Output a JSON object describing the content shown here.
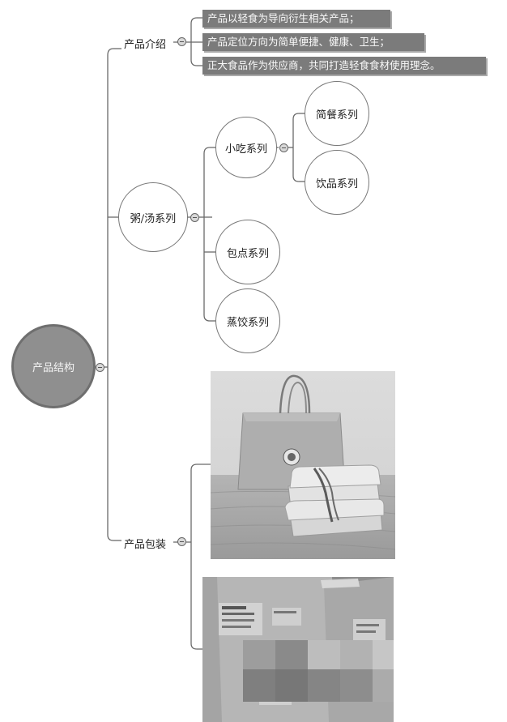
{
  "root": {
    "label": "产品结构"
  },
  "branches": {
    "intro": {
      "label": "产品介绍",
      "items": [
        "产品以轻食为导向衍生相关产品；",
        "产品定位方向为简单便捷、健康、卫生；",
        "正大食品作为供应商，共同打造轻食食材使用理念。"
      ]
    },
    "series": {
      "label": "粥/汤系列",
      "snack": {
        "label": "小吃系列",
        "children": [
          "简餐系列",
          "饮品系列"
        ]
      },
      "others": [
        "包点系列",
        "蒸饺系列"
      ]
    },
    "packaging": {
      "label": "产品包装",
      "photos": [
        "paper-bag-with-food-containers-photo",
        "packaging-bags-with-labels-photo"
      ]
    }
  }
}
